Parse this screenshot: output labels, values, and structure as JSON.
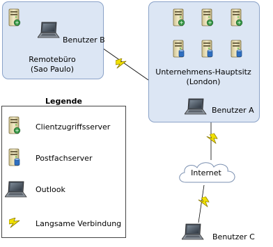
{
  "remote_office": {
    "name": "Remotebüro",
    "location": "(Sao Paulo)",
    "user_label": "Benutzer B"
  },
  "headquarters": {
    "name": "Unternehmens-Hauptsitz",
    "location": "(London)",
    "user_label": "Benutzer A"
  },
  "internet": {
    "label": "Internet"
  },
  "remote_user": {
    "label": "Benutzer C"
  },
  "legend": {
    "title": "Legende",
    "items": [
      {
        "label": "Clientzugriffsserver",
        "icon": "client-access-server-icon"
      },
      {
        "label": "Postfachserver",
        "icon": "mailbox-server-icon"
      },
      {
        "label": "Outlook",
        "icon": "laptop-icon"
      },
      {
        "label": "Langsame Verbindung",
        "icon": "lightning-icon"
      }
    ]
  },
  "colors": {
    "site_fill": "#dce6f4",
    "site_border": "#8aa2c8",
    "server_beige": "#e8ddb0",
    "cas_badge": "#3a9a4a",
    "mailbox_badge": "#2f6fc0",
    "lightning": "#f0e000"
  }
}
